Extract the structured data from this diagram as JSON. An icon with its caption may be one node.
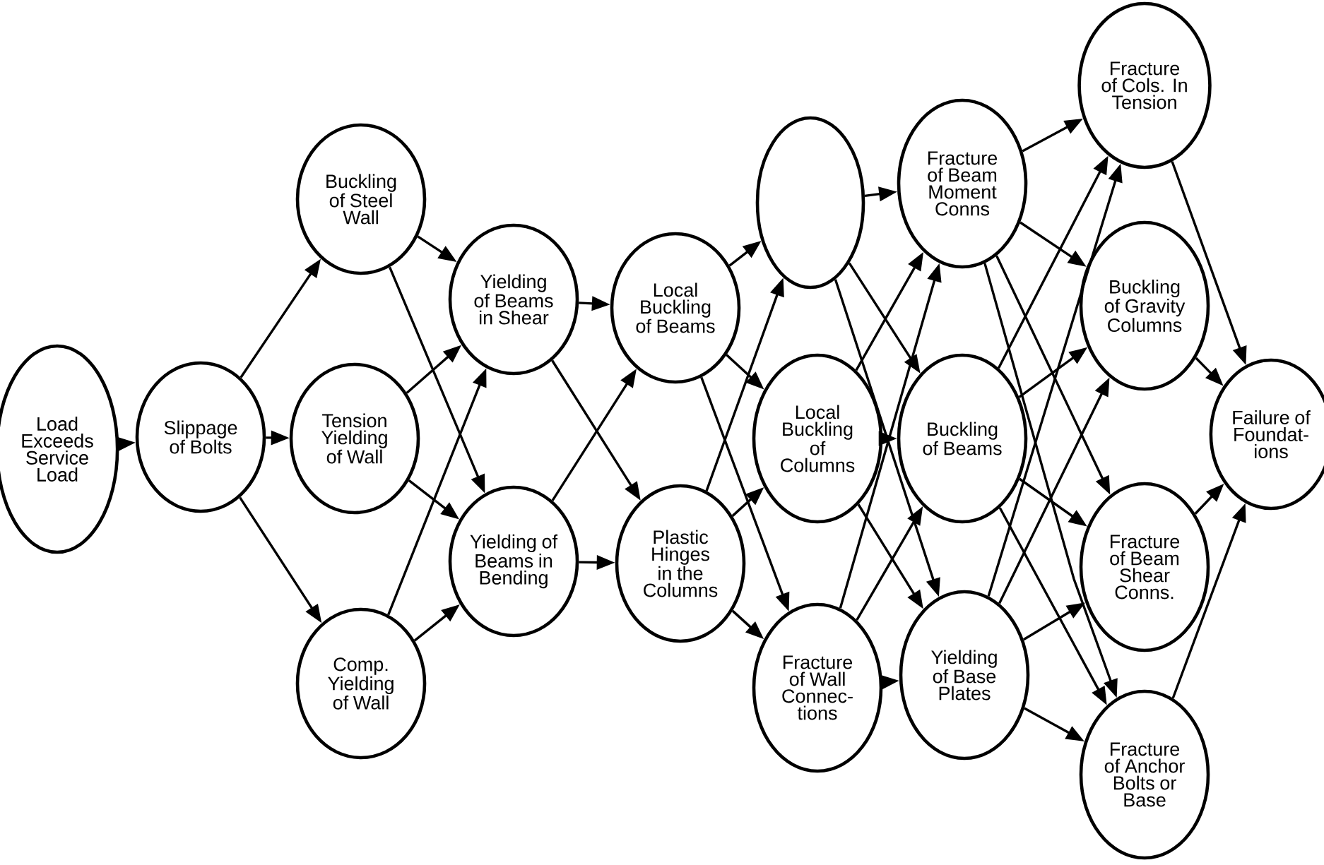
{
  "diagram": {
    "nodes": [
      {
        "text": [
          "Load Exceeds Service Load"
        ]
      },
      {
        "text": [
          "Slippage of Bolts"
        ]
      },
      {
        "text": [
          "Buckling of Steel Wall"
        ]
      },
      {
        "text": [
          "Tension Yielding of Wall"
        ]
      },
      {
        "text": [
          "Comp. Yielding of Wall"
        ]
      },
      {
        "text": [
          "Yielding of Beams in Shear"
        ]
      },
      {
        "text": [
          "Yielding of Beams in Bending"
        ]
      },
      {
        "text": [
          "Local Buckling of Beams"
        ]
      },
      {
        "text": [
          "Plastic Hinges in the Columns"
        ]
      },
      {
        "text": [],
        "shape": "circle"
      },
      {
        "text": [
          "Local Buckling of Columns"
        ]
      },
      {
        "text": [
          "Fracture of Wall Connec- tions"
        ]
      },
      {
        "text": [
          "Fracture of Beam Moment Conns"
        ]
      },
      {
        "text": [
          "Buckling of Beams"
        ]
      },
      {
        "text": [
          "Yielding of Base Plates"
        ]
      },
      {
        "text": [
          "Fracture of Cols. In Tension"
        ]
      },
      {
        "text": [
          "Buckling of Gravity Columns"
        ]
      },
      {
        "text": [
          "Fracture of Beam Shear Conns."
        ]
      },
      {
        "text": [
          "Fracture of Anchor Bolts or Base"
        ]
      },
      {
        "text": [
          "Failure of Foundat- ions"
        ]
      }
    ],
    "edges": [
      {
        "from": 0,
        "to": 1,
        "arrow": "to"
      },
      {
        "from": 1,
        "to": 2,
        "arrow": "to"
      },
      {
        "from": 1,
        "to": 3,
        "arrow": "to"
      },
      {
        "from": 1,
        "to": 4,
        "arrow": "to"
      },
      {
        "from": 2,
        "to": 5,
        "arrow": "to"
      },
      {
        "from": 2,
        "to": 6,
        "arrow": "to"
      },
      {
        "from": 3,
        "to": 5,
        "arrow": "to"
      },
      {
        "from": 3,
        "to": 6,
        "arrow": "to"
      },
      {
        "from": 4,
        "to": 5,
        "arrow": "to"
      },
      {
        "from": 4,
        "to": 6,
        "arrow": "to"
      },
      {
        "from": 5,
        "to": 7,
        "arrow": "to"
      },
      {
        "from": 5,
        "to": 8,
        "arrow": "to"
      },
      {
        "from": 6,
        "to": 7,
        "arrow": "to"
      },
      {
        "from": 6,
        "to": 8,
        "arrow": "to"
      },
      {
        "from": 7,
        "to": 9,
        "arrow": "to"
      },
      {
        "from": 7,
        "to": 10,
        "arrow": "to"
      },
      {
        "from": 7,
        "to": 11,
        "arrow": "to"
      },
      {
        "from": 8,
        "to": 9,
        "arrow": "to"
      },
      {
        "from": 8,
        "to": 10,
        "arrow": "to"
      },
      {
        "from": 8,
        "to": 11,
        "arrow": "to"
      },
      {
        "from": 9,
        "to": 12,
        "arrow": "to"
      },
      {
        "from": 9,
        "to": 13,
        "arrow": "to"
      },
      {
        "from": 9,
        "to": 14,
        "arrow": "to"
      },
      {
        "from": 10,
        "to": 12,
        "arrow": "to"
      },
      {
        "from": 10,
        "to": 13,
        "arrow": "to"
      },
      {
        "from": 10,
        "to": 14,
        "arrow": "to"
      },
      {
        "from": 11,
        "to": 12,
        "arrow": "to"
      },
      {
        "from": 11,
        "to": 13,
        "arrow": "to"
      },
      {
        "from": 11,
        "to": 14,
        "arrow": "to"
      },
      {
        "from": 12,
        "to": 15,
        "arrow": "to"
      },
      {
        "from": 12,
        "to": 16,
        "arrow": "to"
      },
      {
        "from": 12,
        "to": 17,
        "arrow": "to"
      },
      {
        "from": 12,
        "to": 18,
        "arrow": "to"
      },
      {
        "from": 13,
        "to": 15,
        "arrow": "to"
      },
      {
        "from": 13,
        "to": 16,
        "arrow": "to"
      },
      {
        "from": 13,
        "to": 17,
        "arrow": "to"
      },
      {
        "from": 13,
        "to": 18,
        "arrow": "to"
      },
      {
        "from": 14,
        "to": 15,
        "arrow": "to"
      },
      {
        "from": 14,
        "to": 16,
        "arrow": "to"
      },
      {
        "from": 14,
        "to": 17,
        "arrow": "to"
      },
      {
        "from": 14,
        "to": 18,
        "arrow": "to"
      },
      {
        "from": 15,
        "to": 19,
        "arrow": "to"
      },
      {
        "from": 16,
        "to": 19,
        "arrow": "to"
      },
      {
        "from": 17,
        "to": 19,
        "arrow": "to"
      },
      {
        "from": 18,
        "to": 19,
        "arrow": "to"
      }
    ]
  }
}
